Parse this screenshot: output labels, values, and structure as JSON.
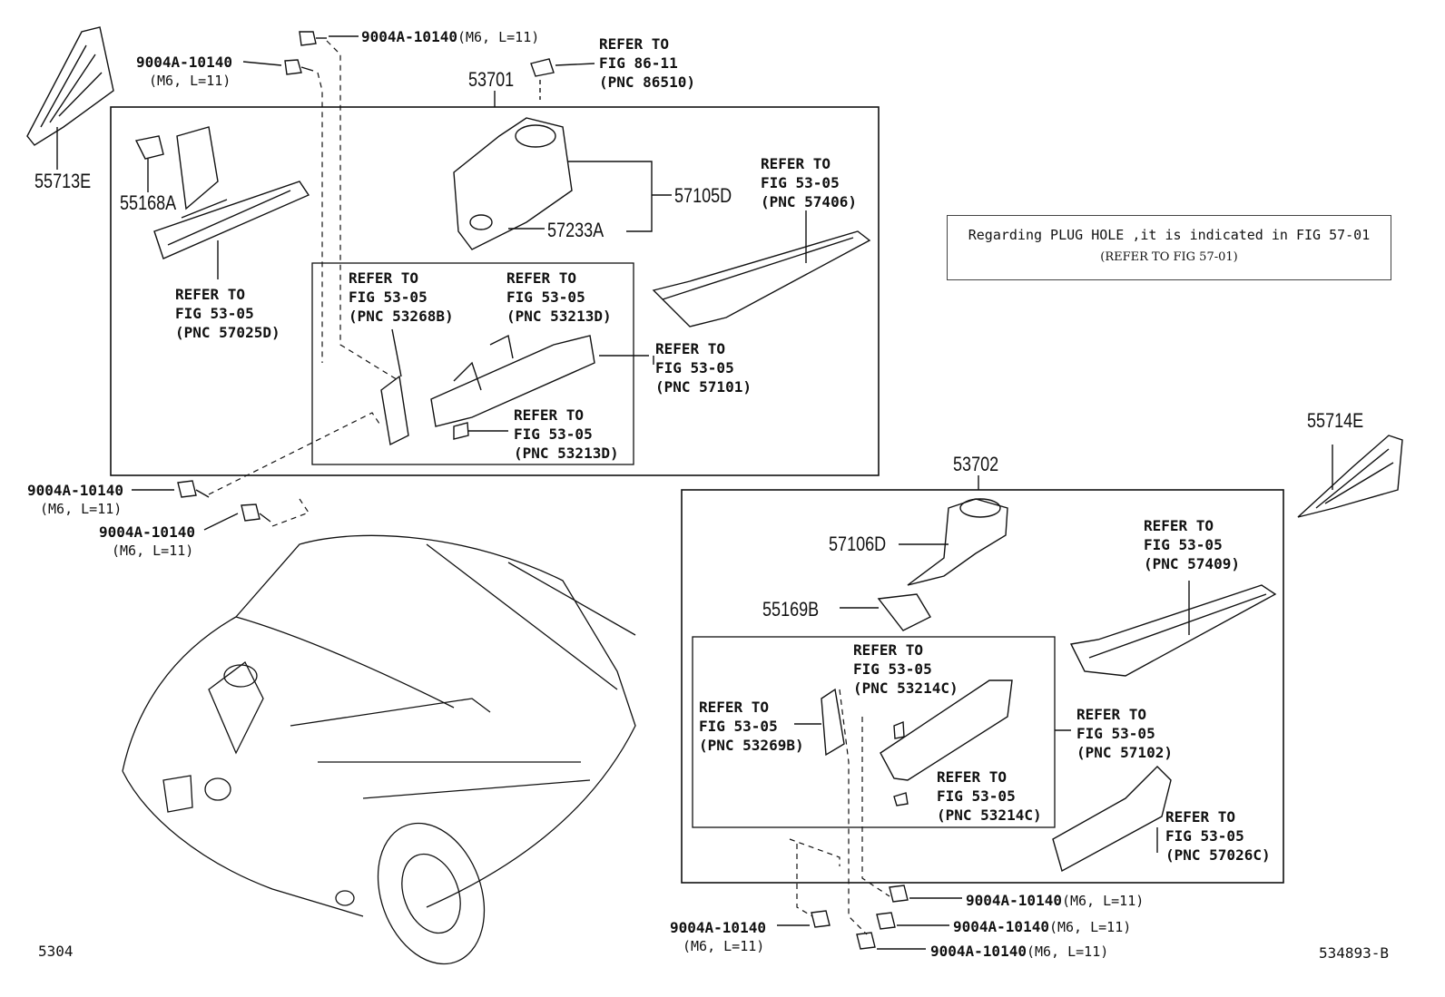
{
  "parts": {
    "p55713E": "55713E",
    "p55168A": "55168A",
    "p53701": "53701",
    "p57105D": "57105D",
    "p57233A": "57233A",
    "p53702": "53702",
    "p57106D": "57106D",
    "p55169B": "55169B",
    "p55714E": "55714E"
  },
  "refs": {
    "r86": [
      "REFER TO",
      "FIG 86-11",
      "(PNC 86510)"
    ],
    "r57406": [
      "REFER TO",
      "FIG 53-05",
      "(PNC 57406)"
    ],
    "r57025D": [
      "REFER TO",
      "FIG 53-05",
      "(PNC 57025D)"
    ],
    "r53268B": [
      "REFER TO",
      "FIG 53-05",
      "(PNC 53268B)"
    ],
    "r53213D_a": [
      "REFER TO",
      "FIG 53-05",
      "(PNC 53213D)"
    ],
    "r57101": [
      "REFER TO",
      "FIG 53-05",
      "(PNC 57101)"
    ],
    "r53213D_b": [
      "REFER TO",
      "FIG 53-05",
      "(PNC 53213D)"
    ],
    "r57409": [
      "REFER TO",
      "FIG 53-05",
      "(PNC 57409)"
    ],
    "r53214C_a": [
      "REFER TO",
      "FIG 53-05",
      "(PNC 53214C)"
    ],
    "r53269B": [
      "REFER TO",
      "FIG 53-05",
      "(PNC 53269B)"
    ],
    "r57102": [
      "REFER TO",
      "FIG 53-05",
      "(PNC 57102)"
    ],
    "r53214C_b": [
      "REFER TO",
      "FIG 53-05",
      "(PNC 53214C)"
    ],
    "r57026C": [
      "REFER TO",
      "FIG 53-05",
      "(PNC 57026C)"
    ]
  },
  "bolts": {
    "b1": {
      "pn": "9004A-10140",
      "spec": "(M6, L=11)"
    },
    "b2": {
      "pn": "9004A-10140",
      "spec": "(M6, L=11)"
    },
    "b3": {
      "pn": "9004A-10140",
      "spec": "(M6, L=11)"
    },
    "b4": {
      "pn": "9004A-10140",
      "spec": "(M6, L=11)"
    },
    "b5": {
      "pn": "9004A-10140",
      "spec": "(M6, L=11)"
    },
    "b6": {
      "pn": "9004A-10140",
      "spec": "(M6, L=11)"
    },
    "b7": {
      "pn": "9004A-10140",
      "spec": "(M6, L=11)"
    },
    "b8": {
      "pn": "9004A-10140",
      "spec": "(M6, L=11)"
    }
  },
  "note": {
    "line1": "Regarding PLUG HOLE ,it is indicated in FIG 57-01",
    "line2": "(REFER TO FIG 57-01)"
  },
  "footer": {
    "left": "5304",
    "right": "534893-B"
  }
}
